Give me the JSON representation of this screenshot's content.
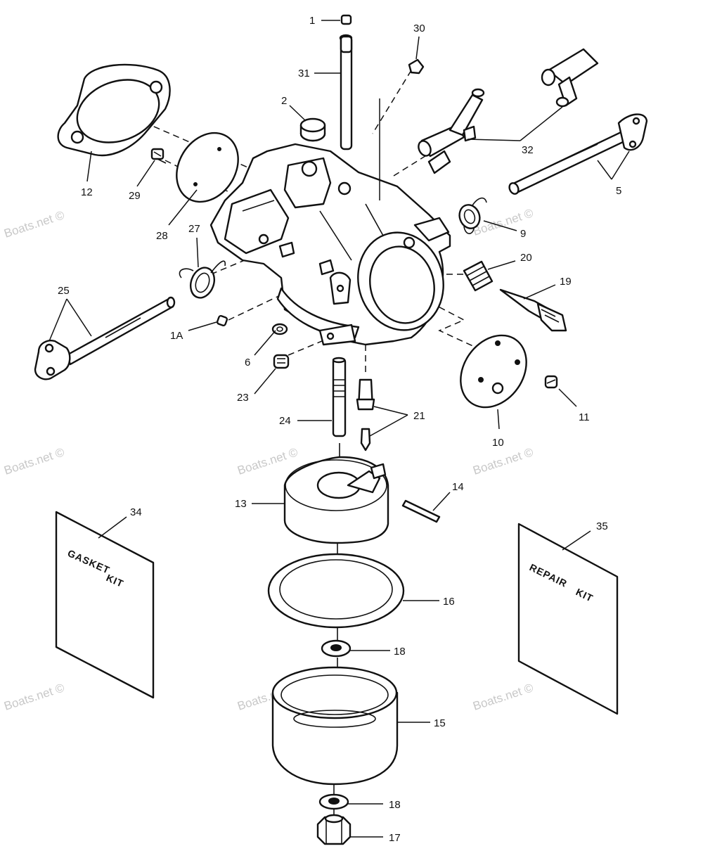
{
  "watermark": "Boats.net ©",
  "callouts": {
    "c1": "1",
    "c1a": "1A",
    "c2": "2",
    "c5": "5",
    "c6": "6",
    "c9": "9",
    "c10": "10",
    "c11": "11",
    "c12": "12",
    "c13": "13",
    "c14": "14",
    "c15": "15",
    "c16": "16",
    "c17": "17",
    "c18a": "18",
    "c18b": "18",
    "c19": "19",
    "c20": "20",
    "c21": "21",
    "c23": "23",
    "c24": "24",
    "c25": "25",
    "c27": "27",
    "c28": "28",
    "c29": "29",
    "c30": "30",
    "c31": "31",
    "c32": "32",
    "c34": "34",
    "c35": "35"
  },
  "kits": {
    "gasket_line1": "GASKET",
    "gasket_line2": "KIT",
    "repair_line1": "REPAIR",
    "repair_line2": "KIT"
  }
}
